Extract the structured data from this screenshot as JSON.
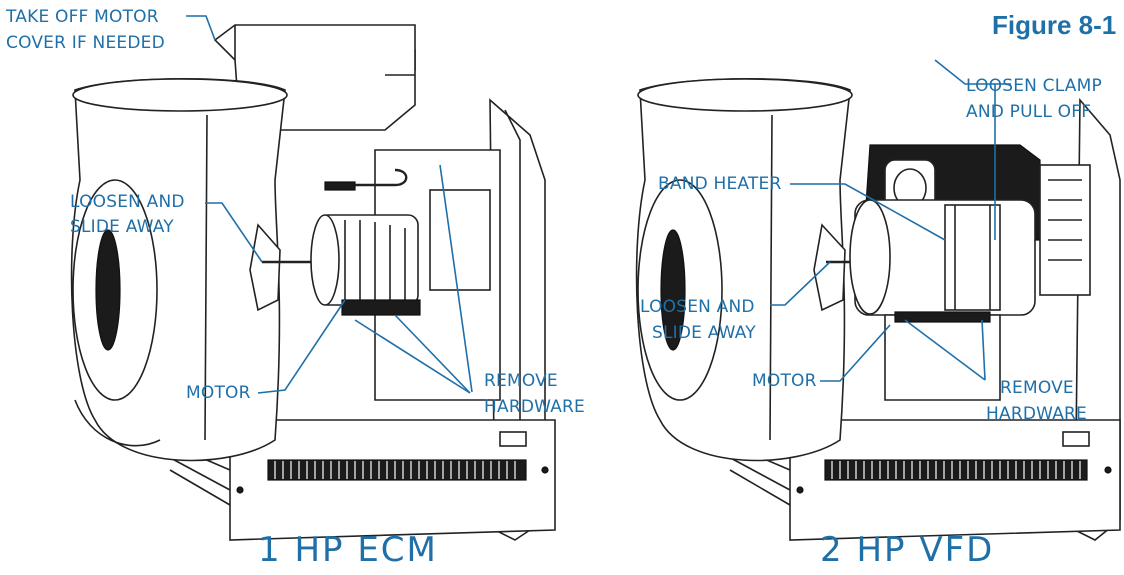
{
  "figure_label": "Figure 8-1",
  "left_unit": {
    "caption": "1 HP  ECM",
    "labels": {
      "take_off_cover_line1": "TAKE OFF MOTOR",
      "take_off_cover_line2": "COVER IF NEEDED",
      "loosen_line1": "LOOSEN AND",
      "loosen_line2": "SLIDE AWAY",
      "motor": "MOTOR",
      "remove_line1": "REMOVE",
      "remove_line2": "HARDWARE"
    }
  },
  "right_unit": {
    "caption": "2 HP  VFD",
    "labels": {
      "loosen_clamp_line1": "LOOSEN CLAMP",
      "loosen_clamp_line2": "AND PULL OFF",
      "band_heater": "BAND HEATER",
      "loosen_line1": "LOOSEN AND",
      "loosen_line2": "SLIDE AWAY",
      "motor": "MOTOR",
      "remove_line1": "REMOVE",
      "remove_line2": "HARDWARE"
    }
  },
  "colors": {
    "callout": "#1f6fa8",
    "line_art": "#222222"
  }
}
